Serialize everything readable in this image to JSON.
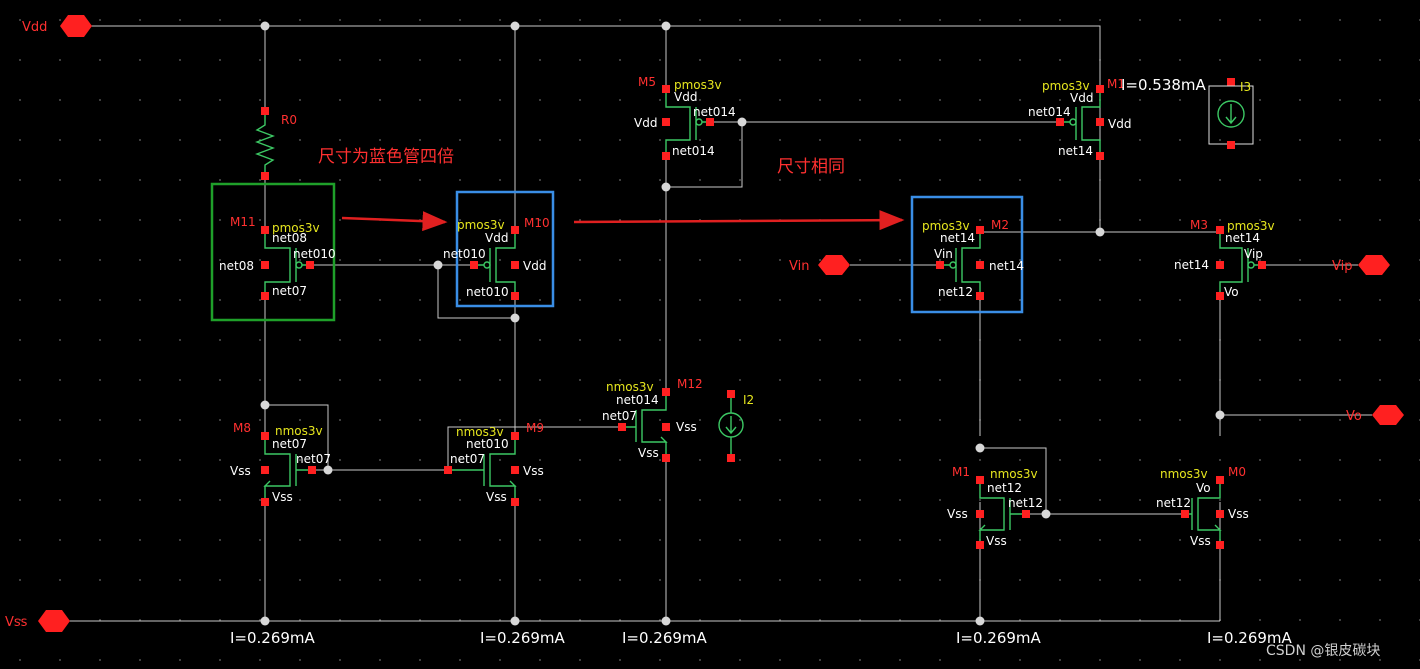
{
  "ports": {
    "vdd": "Vdd",
    "vss": "Vss",
    "vin": "Vin",
    "vip": "Vip",
    "vo": "Vo"
  },
  "resistor": {
    "name": "R0"
  },
  "sources": {
    "i2": "I2",
    "i3": "I3",
    "i3_current": "I=0.538mA"
  },
  "currents": {
    "c1": "I=0.269mA",
    "c2": "I=0.269mA",
    "c3": "I=0.269mA",
    "c4": "I=0.269mA",
    "c5": "I=0.269mA"
  },
  "notes": {
    "size4x": "尺寸为蓝色管四倍",
    "same_size": "尺寸相同"
  },
  "watermark": "CSDN @银皮碳块",
  "colors": {
    "background": "#000000",
    "wire": "#c8c8c8",
    "pin": "#ff2020",
    "mos_symbol": "#3cc864",
    "box_green": "#1fa02a",
    "box_blue": "#3a8ee6",
    "arrow": "#e02020"
  },
  "transistors": [
    {
      "name": "M11",
      "type": "pmos3v",
      "d": "net08",
      "g": "net010",
      "s": "net07",
      "b": "net08"
    },
    {
      "name": "M10",
      "type": "pmos3v",
      "d": "Vdd",
      "g": "net010",
      "s": "net010",
      "b": "Vdd"
    },
    {
      "name": "M5",
      "type": "pmos3v",
      "d": "Vdd",
      "g": "Vdd",
      "s": "net014",
      "b": "net014"
    },
    {
      "name": "M1",
      "type": "pmos3v",
      "d": "Vdd",
      "g": "net014",
      "s": "net14",
      "b": "Vdd"
    },
    {
      "name": "M2",
      "type": "pmos3v",
      "d": "net14",
      "g": "Vin",
      "s": "net12",
      "b": "net14"
    },
    {
      "name": "M3",
      "type": "pmos3v",
      "d": "net14",
      "g": "net14",
      "s": "Vo",
      "b": "Vip"
    },
    {
      "name": "M8",
      "type": "nmos3v",
      "d": "net07",
      "g": "Vss",
      "s": "Vss",
      "b": "net07"
    },
    {
      "name": "M9",
      "type": "nmos3v",
      "d": "net010",
      "g": "net07",
      "s": "Vss",
      "b": "Vss"
    },
    {
      "name": "M12",
      "type": "nmos3v",
      "d": "net014",
      "g": "net07",
      "s": "Vss",
      "b": "Vss"
    },
    {
      "name": "M1",
      "type": "nmos3v",
      "d": "net12",
      "g": "Vss",
      "s": "Vss",
      "b": "net12"
    },
    {
      "name": "M0",
      "type": "nmos3v",
      "d": "Vo",
      "g": "net12",
      "s": "Vss",
      "b": "Vss"
    }
  ]
}
